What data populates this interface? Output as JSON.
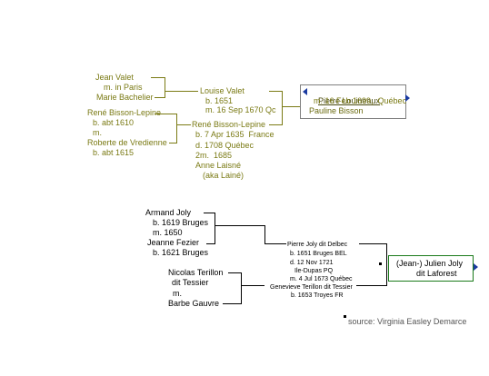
{
  "tree1": {
    "gp1": {
      "lines": [
        "Jean Valet",
        "m. in Paris",
        "Marie Bachelier"
      ]
    },
    "gp2": {
      "lines": [
        "René Bisson-Lepine",
        "b. abt 1610",
        "m.",
        "Roberte de Vredienne",
        "b. abt 1615"
      ]
    },
    "mother": {
      "lines": [
        "Louise Valet",
        "b. 1651",
        "m. 16 Sep 1670 Qc"
      ]
    },
    "father": {
      "lines": [
        "René Bisson-Lepine",
        "b. 7 Apr 1635  France",
        "d. 1708 Québec",
        "2m.  1685",
        "Anne Laisné",
        "(aka Lainé)"
      ]
    },
    "subject": {
      "name": "Pierre Louineaux",
      "marriage": "m. 16 Feb 1699,  Québec",
      "spouse": "Pauline Bisson"
    }
  },
  "tree2": {
    "gp1": {
      "lines": [
        "Armand Joly",
        "b. 1619 Bruges",
        "m. 1650",
        "Jeanne Fezier",
        "b. 1621 Bruges"
      ]
    },
    "gp2": {
      "lines": [
        "Nicolas Terillon",
        "dit Tessier",
        "m.",
        "Barbe Gauvre"
      ]
    },
    "parents": {
      "lines": [
        "Pierre Joly dit Delbec",
        "b. 1651 Bruges BEL",
        "d. 12 Nov 1721",
        "Ile-Dupas PQ",
        "m. 4 Jul 1673 Québec",
        "Genevieve Terillon dit Tessier",
        "b. 1653 Troyes FR"
      ]
    },
    "subject": {
      "line1": "(Jean-) Julien Joly",
      "line2": "dit Laforest"
    }
  },
  "source": "source: Virginia Easley Demarce",
  "colors": {
    "olive": "#7a7a14",
    "box_green": "#1a7a1a",
    "arrow_blue": "#1a3aa0"
  }
}
